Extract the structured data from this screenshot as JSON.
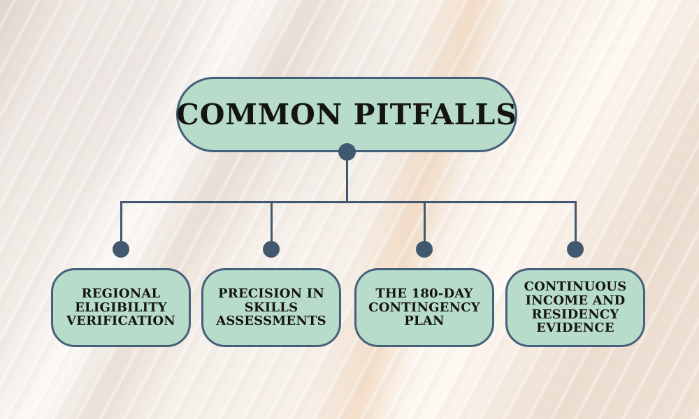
{
  "diagram": {
    "title": "COMMON PITFALLS",
    "nodes": [
      {
        "label": "REGIONAL\nELIGIBILITY\nVERIFICATION"
      },
      {
        "label": "PRECISION IN\nSKILLS\nASSESSMENTS"
      },
      {
        "label": "THE 180-DAY\nCONTINGENCY\nPLAN"
      },
      {
        "label": "CONTINUOUS\nINCOME AND\nRESIDENCY\nEVIDENCE"
      }
    ],
    "colors": {
      "node_fill": "#b8dcca",
      "node_border": "#45607a",
      "connector": "#41586e",
      "text": "#141414"
    }
  }
}
